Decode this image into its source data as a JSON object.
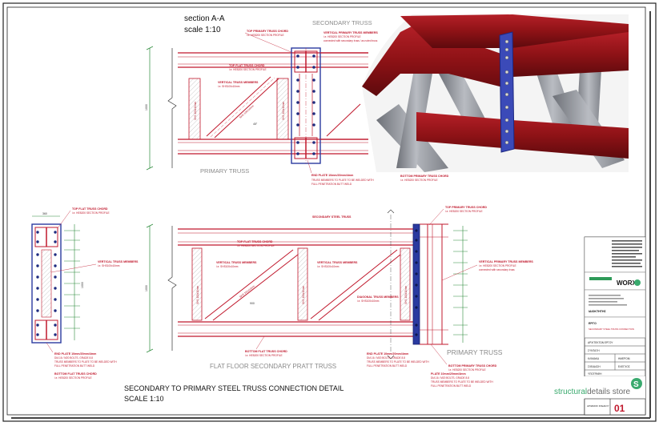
{
  "section": {
    "title": "section A-A",
    "scale": "scale 1:10"
  },
  "top_view": {
    "secondary_truss": "SECONDARY TRUSS",
    "primary_truss": "PRIMARY TRUSS",
    "top_primary_chord": "TOP PRIMARY TRUSS CHORD",
    "top_primary_chord_sub": "i.e. HEB200 SECTION PROFILE",
    "top_flat_chord": "TOP FLAT TRUSS CHORD",
    "top_flat_chord_sub": "i.e. HEB200 SECTION PROFILE",
    "vertical_members": "VERTICAL TRUSS MEMBERS",
    "vertical_members_sub": "i.e. SHS100x10mm",
    "vertical_primary_members": "VERTICAL PRIMARY TRUSS MEMBERS",
    "vertical_primary_members_sub1": "i.e. HEB200 SECTION PROFILE",
    "vertical_primary_members_sub2": "connected with secondary truss / as noted truss",
    "end_plate": "END PLATE 10mm/20mm/4mm",
    "end_plate_sub1": "TRUSS MEMBERS TO PLATE TO BE WELDED WITH",
    "end_plate_sub2": "FULL PENETRATION BUTT WELD",
    "bottom_primary_chord": "BOTTOM PRIMARY TRUSS CHORD",
    "bottom_primary_chord_sub": "i.e. HEB200 SECTION PROFILE",
    "dim_height": "1000",
    "dim_angle": "45°",
    "member_size": "SHS 100x10mm"
  },
  "left_view": {
    "top_flat_chord": "TOP FLAT TRUSS CHORD",
    "top_flat_chord_sub": "i.e. HEB200 SECTION PROFILE",
    "vertical_members": "VERTICAL TRUSS MEMBERS",
    "vertical_members_sub": "i.e. SHS100x10mm",
    "end_plate": "END PLATE 10mm/20mm/4mm",
    "bolts": "DIA 16 / M20 BOLTS, GRADE 8.8",
    "weld1": "TRUSS MEMBERS TO PLATE TO BE WELDED WITH",
    "weld2": "FULL PENETRATION BUTT WELD",
    "bottom_flat_chord": "BOTTOM FLAT TRUSS CHORD",
    "bottom_flat_chord_sub": "i.e. HEB200 SECTION PROFILE",
    "dim_top": "360",
    "dim_height": "1000"
  },
  "main_view": {
    "secondary_steel_truss": "SECONDARY STEEL TRUSS",
    "top_flat_chord": "TOP FLAT TRUSS CHORD",
    "top_flat_chord_sub": "i.e. HEB200 SECTION PROFILE",
    "vertical_members": "VERTICAL TRUSS MEMBERS",
    "vertical_members_sub": "i.e. SHS100x10mm",
    "diagonal_members": "DIAGONAL TRUSS MEMBERS",
    "diagonal_members_sub": "i.e. SHS100x10mm",
    "bottom_flat_chord": "BOTTOM FLAT TRUSS CHORD",
    "bottom_flat_chord_sub": "i.e. HEB200 SECTION PROFILE",
    "end_plate": "END PLATE 10mm/20mm/4mm",
    "bolts": "DIA 16 / M20 BOLTS, GRADE 8.8",
    "weld1": "TRUSS MEMBERS TO PLATE TO BE WELDED WITH",
    "weld2": "FULL PENETRATION BUTT WELD",
    "top_primary_chord": "TOP PRIMARY TRUSS CHORD",
    "top_primary_chord_sub": "i.e. HEB200 SECTION PROFILE",
    "vertical_primary_members": "VERTICAL PRIMARY TRUSS MEMBERS",
    "vertical_primary_members_sub1": "i.e. HEB200 SECTION PROFILE",
    "vertical_primary_members_sub2": "connected with secondary truss",
    "bottom_primary_chord": "BOTTOM PRIMARY TRUSS CHORD",
    "bottom_primary_chord_sub": "i.e. HEB200 SECTION PROFILE",
    "plate": "PLATE 10mm/20mm/4mm",
    "primary_truss": "PRIMARY TRUSS",
    "flat_floor": "FLAT FLOOR SECONDARY PRATT TRUSS",
    "dim_height": "1000",
    "dim_bay": "900",
    "member_size": "SHS 100x10mm"
  },
  "drawing": {
    "title": "SECONDARY TO PRIMARY STEEL TRUSS CONNECTION DETAIL",
    "scale": "SCALE 1:10"
  },
  "title_block": {
    "brand": "structuraldetails store",
    "brand_a": "structural",
    "brand_b": "details store",
    "logo": "WORX",
    "drawing_no": "01",
    "sheet_label": "ΑΡΙΘΜΟΣ ΣΧΕΔΙΟΥ",
    "row_labels": [
      "ΑΡΧΙΤΕΚΤΩΝ ΕΡΓΟΥ",
      "ΣΥΝΤΑΞΗ",
      "ΚΛΙΜΑΚΑ",
      "ΗΜΕΡΟΜ.",
      "ΣΧΕΔΙΑΣΗ",
      "ΕΛΕΓΧΟΣ",
      "ΥΠΟΓΡΑΦΗ"
    ],
    "project_label": "ΕΡΓΟ",
    "project_value": "SECONDARY STEEL TRUSS CONNECTION",
    "owner_label": "ΙΔΙΟΚΤΗΤΗΣ"
  },
  "colors": {
    "steel_red": "#c0182c",
    "plate_blue": "#2a3aa0",
    "rendered_red": "#8e1216",
    "rendered_gray": "#8d9097",
    "bolt_green": "#1a9a3a",
    "brand_green": "#3aaa6e"
  }
}
